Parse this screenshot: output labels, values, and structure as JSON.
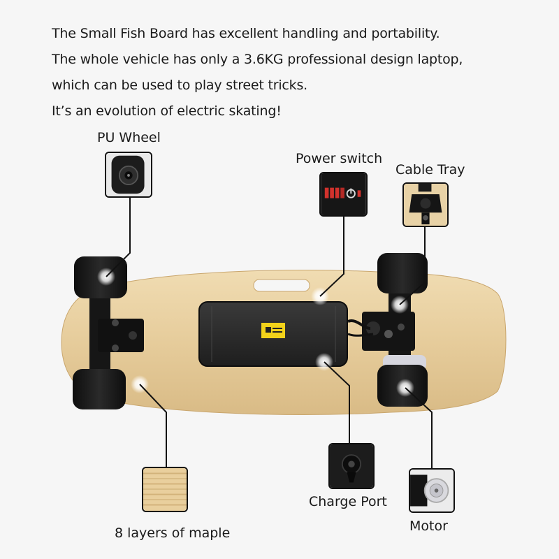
{
  "intro": {
    "lines": [
      "The Small Fish Board has excellent handling and portability.",
      "The whole vehicle has only a 3.6KG professional design laptop,",
      "which can be used to play street tricks.",
      "It’s an evolution of electric skating!"
    ]
  },
  "callouts": {
    "pu_wheel": "PU Wheel",
    "power_switch": "Power switch",
    "cable_tray": "Cable Tray",
    "charge_port": "Charge Port",
    "maple": "8 layers of maple",
    "motor": "Motor"
  },
  "colors": {
    "deck": "#e8cfa0",
    "wheel": "#1b1b1b",
    "battery": "#2b2b2b",
    "accent_red": "#d2322d",
    "sticker": "#f2d21a"
  }
}
